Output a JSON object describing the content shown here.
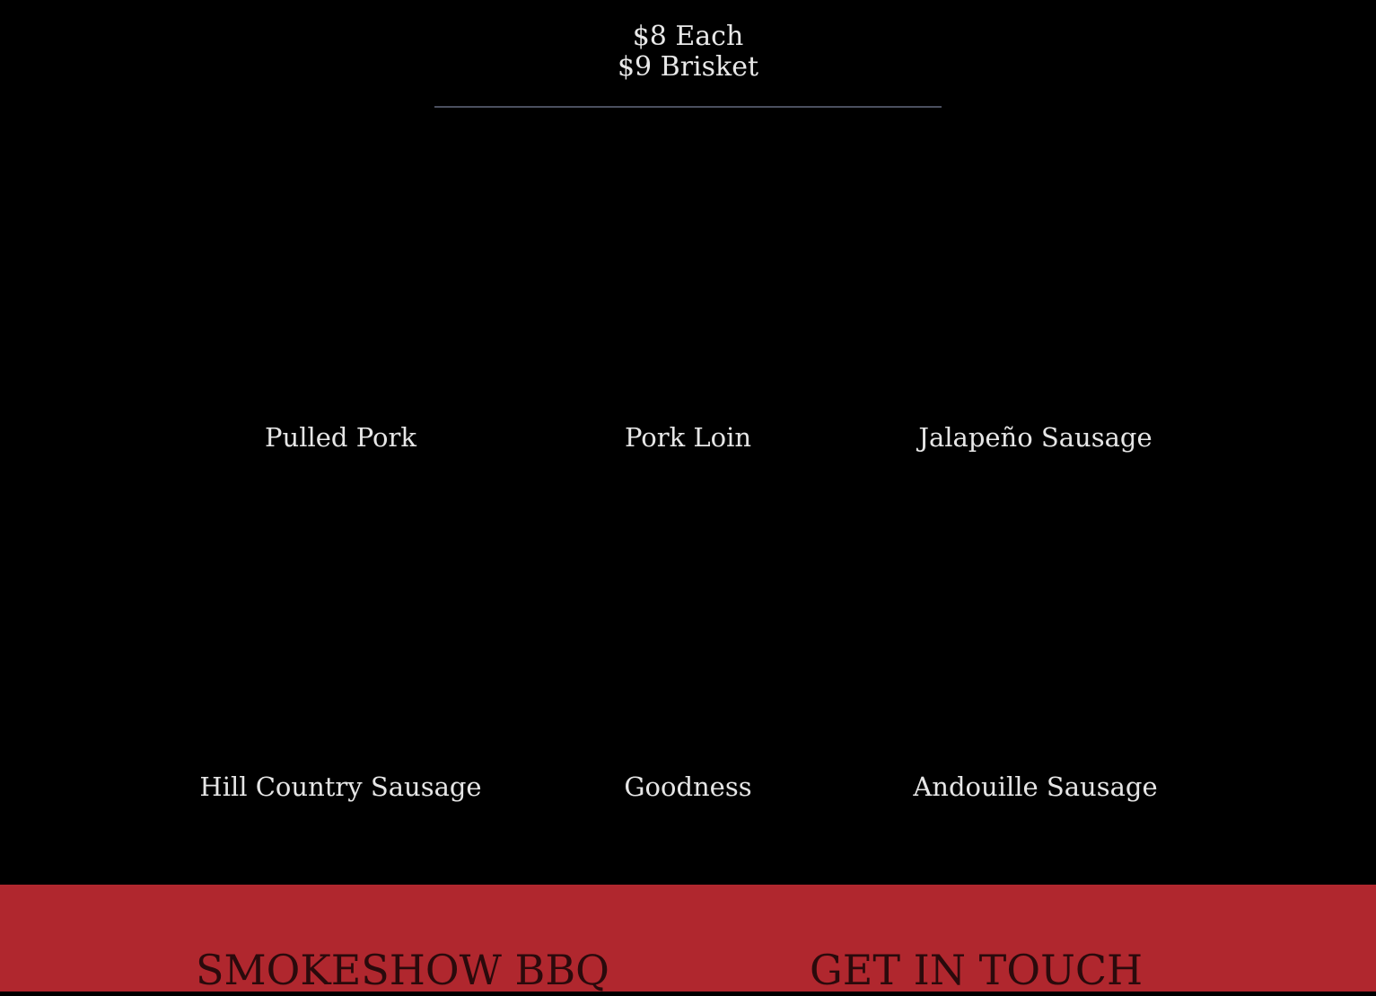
{
  "pricing": {
    "line1": "$8 Each",
    "line2": "$9 Brisket"
  },
  "menu_items": [
    {
      "label": "Pulled Pork"
    },
    {
      "label": "Pork Loin"
    },
    {
      "label": "Jalapeño Sausage"
    },
    {
      "label": "Hill Country Sausage"
    },
    {
      "label": "Goodness"
    },
    {
      "label": "Andouille Sausage"
    }
  ],
  "footer": {
    "brand_title": "SMOKESHOW BBQ",
    "contact_title": "GET IN TOUCH"
  },
  "colors": {
    "background": "#000000",
    "footer": "#b0272e",
    "divider": "#4a4f5e",
    "text": "#e6e6e6"
  }
}
